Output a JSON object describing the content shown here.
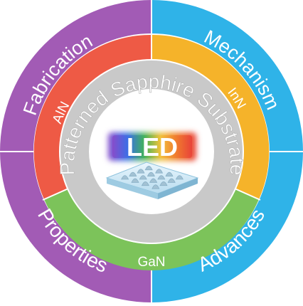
{
  "outer_ring": {
    "fabrication": {
      "label": "Fabrication",
      "color": "#a25bb5"
    },
    "mechanism": {
      "label": "Mechanism",
      "color": "#2fb3e8"
    },
    "properties": {
      "label": "Properties",
      "color": "#a25bb5"
    },
    "advances": {
      "label": "Advances",
      "color": "#2fb3e8"
    }
  },
  "middle_ring": {
    "aln": {
      "label": "AlN",
      "color": "#ee5a45"
    },
    "inn": {
      "label": "InN",
      "color": "#f5b32a"
    },
    "gan": {
      "label": "GaN",
      "color": "#7cc35a"
    }
  },
  "center": {
    "title": "Patterned Sapphire Substrate",
    "led_label": "LED",
    "ring_color": "#c9c9c9",
    "rainbow": [
      "#8a4bc9",
      "#3b6ee8",
      "#3fb25a",
      "#f2c23a",
      "#f07a2e",
      "#e8403a"
    ]
  }
}
